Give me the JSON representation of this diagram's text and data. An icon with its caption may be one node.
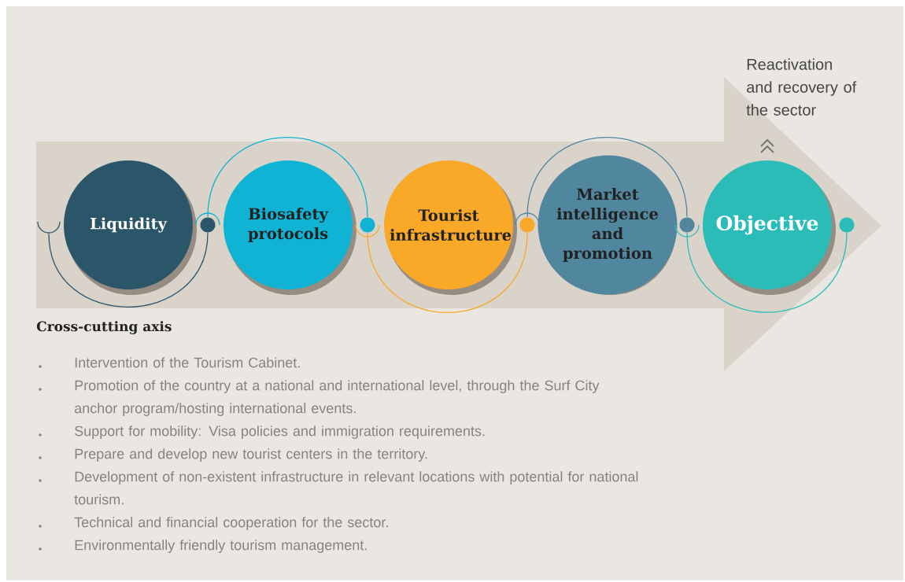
{
  "diagram": {
    "nodes": [
      {
        "text": [],
        "shape": "arrow"
      },
      {
        "text": [
          "Liquidity"
        ],
        "in": 0
      },
      {
        "text": [
          "Biosafety protocols"
        ],
        "in": 0
      },
      {
        "text": [
          "Tourist infrastructure"
        ],
        "in": 0
      },
      {
        "text": [
          "Market intelligence and promotion"
        ],
        "in": 0
      },
      {
        "text": [
          "Objective"
        ],
        "beside": [
          "Reactivation and recovery of the sector"
        ],
        "in": 0
      },
      {
        "text": [],
        "shape": "arc",
        "in": 0
      },
      {
        "text": [],
        "shape": "circle",
        "in": 0
      },
      {
        "text": [],
        "shape": "circle",
        "in": 0
      },
      {
        "text": [],
        "shape": "circle",
        "in": 0
      },
      {
        "text": [],
        "shape": "circle",
        "in": 0
      },
      {
        "text": [],
        "shape": "circle",
        "in": 0
      }
    ],
    "edges": [
      {
        "from": 6,
        "to": 7,
        "arrow": "none",
        "color": "#2b5669"
      },
      {
        "from": 7,
        "to": 8,
        "arrow": "none",
        "color": "#10b3d3"
      },
      {
        "from": 8,
        "to": 9,
        "arrow": "none",
        "color": "#f9a828"
      },
      {
        "from": 9,
        "to": 10,
        "arrow": "none",
        "color": "#51869f"
      },
      {
        "from": 10,
        "to": 11,
        "arrow": "none",
        "color": "#2cbcb8"
      }
    ],
    "labels": [
      "Cross-cutting axis",
      "Intervention of the Tourism Cabinet.",
      "Promotion of the country at a national and international level, through the Surf City anchor program/hosting international events.",
      "Support for mobility: Visa policies and immigration requirements.",
      "Prepare and develop new tourist centers in the territory.",
      "Development of non-existent infrastructure in relevant locations with potential for national tourism.",
      "Technical and financial cooperation for the sector.",
      "Environmentally friendly tourism management."
    ]
  }
}
